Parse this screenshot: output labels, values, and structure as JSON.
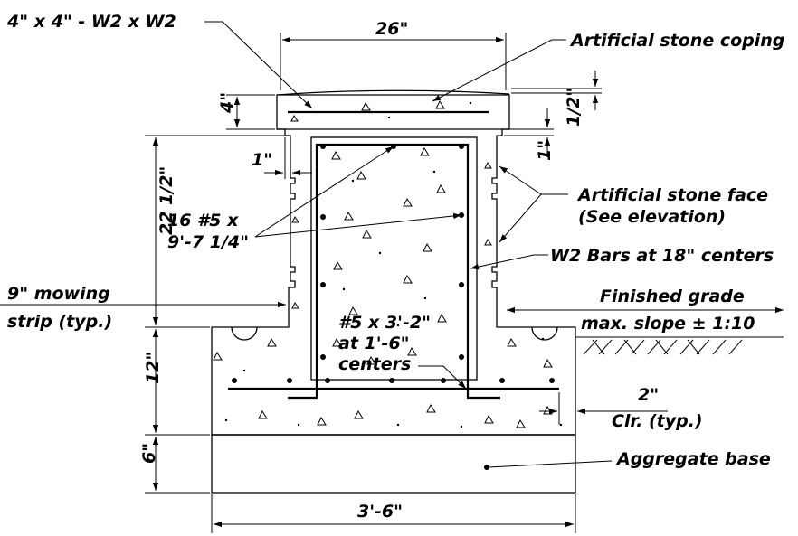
{
  "labels": {
    "mesh": "4\" x 4\" - W2 x W2",
    "wall_width": "26\"",
    "coping": "Artificial stone coping",
    "coping_thick": "4\"",
    "half_inch": "1/2\"",
    "one_inch_left": "1\"",
    "one_inch_right": "1\"",
    "face_line1": "Artificial stone face",
    "face_line2": "(See elevation)",
    "bars_line1": "16 #5 x",
    "bars_line2": "9'-7 1/4\"",
    "w2_bars": "W2 Bars at 18\" centers",
    "wall_height": "22 1/2\"",
    "mowing_line1": "9\" mowing",
    "mowing_line2": "strip (typ.)",
    "grade_line1": "Finished grade",
    "grade_line2": "max. slope ± 1:10",
    "footing_bar_line1": "#5 x 3'-2\"",
    "footing_bar_line2": "at 1'-6\"",
    "footing_bar_line3": "centers",
    "footing_height": "12\"",
    "clr_line1": "2\"",
    "clr_line2": "Clr. (typ.)",
    "base_height": "6\"",
    "aggregate": "Aggregate base",
    "footing_width": "3'-6\""
  }
}
